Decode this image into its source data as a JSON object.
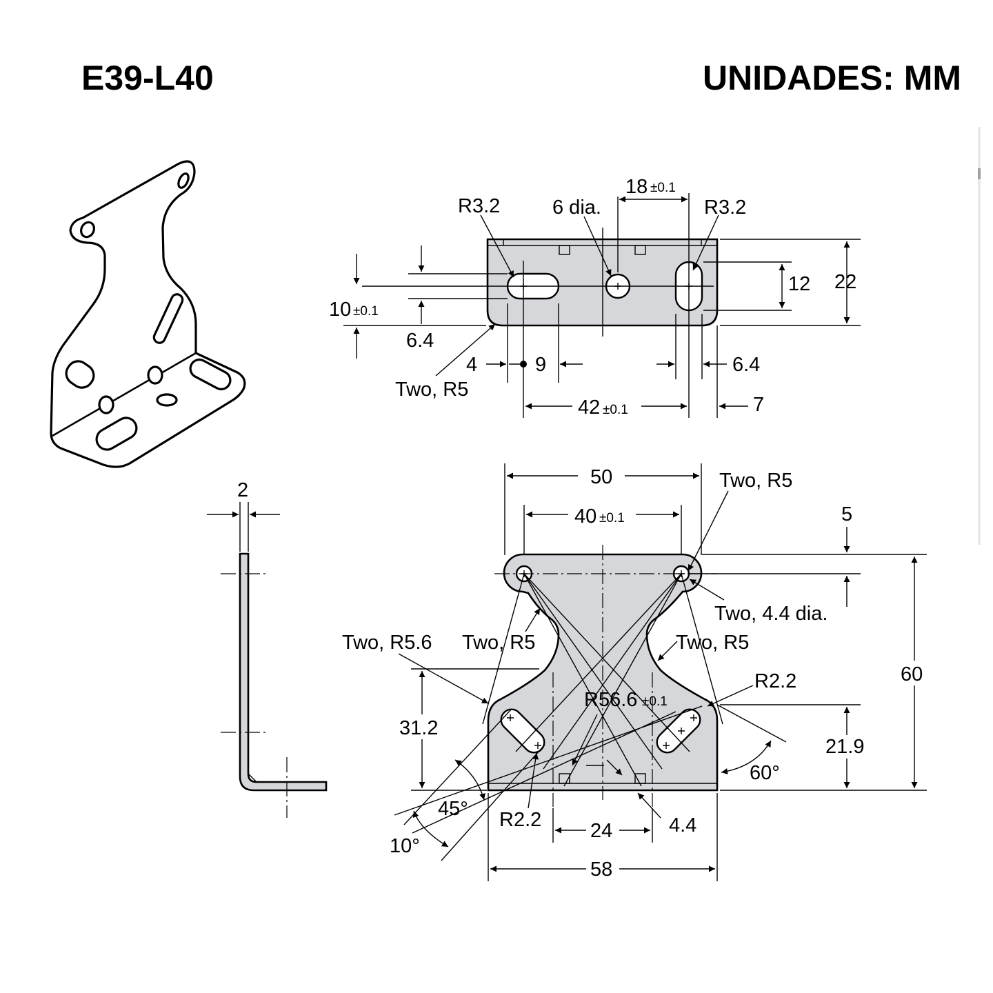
{
  "header": {
    "model": "E39-L40",
    "units": "UNIDADES: MM"
  },
  "top_view": {
    "labels": {
      "r32_left": "R3.2",
      "dia6": "6 dia.",
      "r32_right": "R3.2",
      "d18": "18",
      "d18_tol": "±0.1",
      "d12": "12",
      "d22": "22",
      "d10": "10",
      "d10_tol": "±0.1",
      "d64_left": "6.4",
      "d4": "4",
      "d9": "9",
      "d64_right": "6.4",
      "two_r5": "Two, R5",
      "d42": "42",
      "d42_tol": "±0.1",
      "d7": "7"
    }
  },
  "side_view": {
    "labels": {
      "d2": "2"
    }
  },
  "front_view": {
    "labels": {
      "d50": "50",
      "two_r5_top": "Two, R5",
      "d40": "40",
      "d40_tol": "±0.1",
      "d5": "5",
      "two_44dia": "Two, 4.4 dia.",
      "two_r56": "Two, R5.6",
      "two_r5_left": "Two, R5",
      "two_r5_right": "Two, R5",
      "r22_right": "R2.2",
      "r566": "R56.6",
      "r566_tol": "±0.1",
      "d60": "60",
      "d312": "31.2",
      "d219": "21.9",
      "a60": "60°",
      "a45": "45°",
      "a10": "10°",
      "r22_left": "R2.2",
      "d24": "24",
      "d44": "4.4",
      "d58": "58"
    }
  }
}
